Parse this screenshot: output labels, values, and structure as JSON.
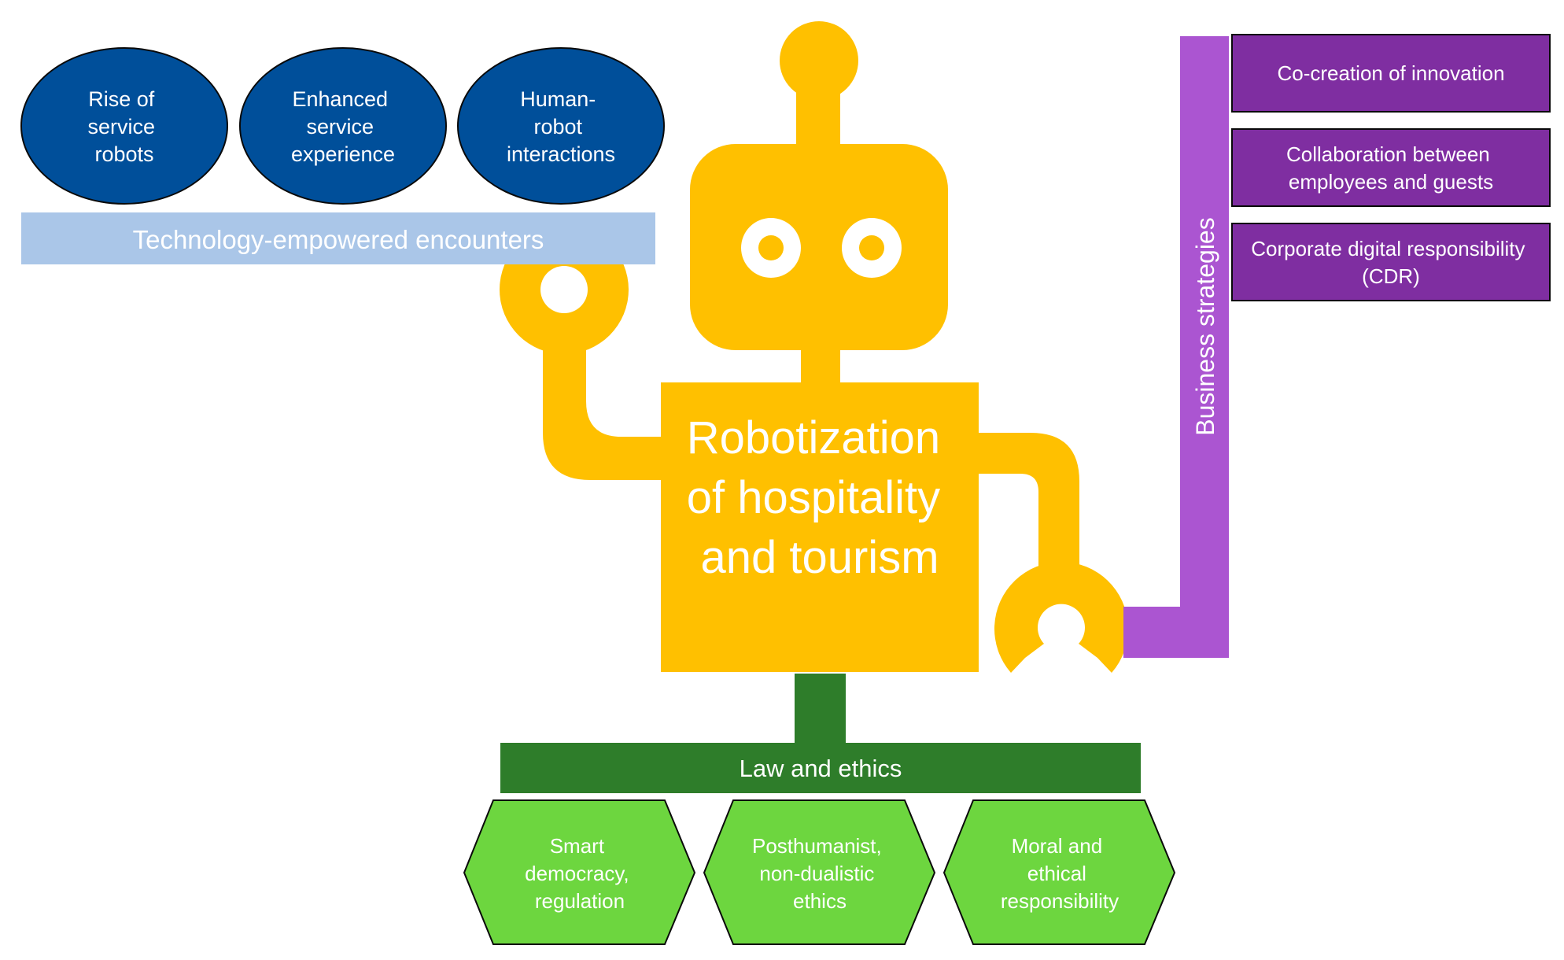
{
  "title": "Robotization of hospitality and tourism",
  "title_lines": [
    "Robotization",
    "of hospitality",
    "and tourism"
  ],
  "technology": {
    "label": "Technology-empowered encounters",
    "ovals": [
      {
        "lines": [
          "Rise of",
          "service",
          "robots"
        ]
      },
      {
        "lines": [
          "Enhanced",
          "service",
          "experience"
        ]
      },
      {
        "lines": [
          "Human-",
          "robot",
          "interactions"
        ]
      }
    ]
  },
  "business": {
    "label": "Business strategies",
    "boxes": [
      {
        "lines": [
          "Co-creation of innovation"
        ]
      },
      {
        "lines": [
          "Collaboration between",
          "employees and guests"
        ]
      },
      {
        "lines": [
          "Corporate digital responsibility",
          "(CDR)"
        ]
      }
    ]
  },
  "law": {
    "label": "Law and ethics",
    "hexagons": [
      {
        "lines": [
          "Smart",
          "democracy,",
          "regulation"
        ]
      },
      {
        "lines": [
          "Posthumanist,",
          "non-dualistic",
          "ethics"
        ]
      },
      {
        "lines": [
          "Moral and",
          "ethical",
          "responsibility"
        ]
      }
    ]
  },
  "colors": {
    "robot": "#ffc000",
    "oval": "#004f9a",
    "tech_bar": "#aac6e8",
    "business_bar": "#ab55d1",
    "business_box": "#7f2ea1",
    "law_bar": "#2e7d2a",
    "hexagon": "#6dd63f"
  }
}
